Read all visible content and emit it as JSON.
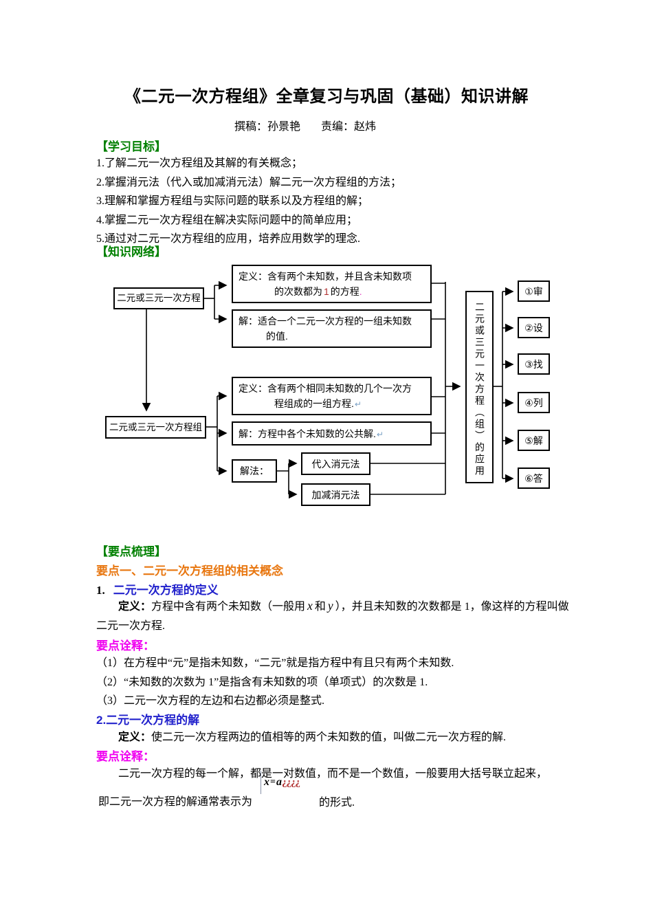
{
  "page": {
    "title": "《二元一次方程组》全章复习与巩固（基础）知识讲解",
    "byline": {
      "author": "撰稿：孙景艳",
      "editor": "责编：赵炜"
    }
  },
  "colors": {
    "heading_green": "#008000",
    "topic_orange": "#E8760F",
    "subhead_blue": "#2121CC",
    "annot_magenta": "#F000F0",
    "accent_darkred": "#B03030"
  },
  "objectives": {
    "heading": "【学习目标】",
    "items": [
      "1.了解二元一次方程组及其解的有关概念；",
      "2.掌握消元法（代入或加减消元法）解二元一次方程组的方法；",
      "3.理解和掌握方程组与实际问题的联系以及方程组的解；",
      "4.掌握二元一次方程组在解决实际问题中的简单应用；",
      "5.通过对二元一次方程组的应用，培养应用数学的理念."
    ]
  },
  "network": {
    "heading": "【知识网络】",
    "node_equation": "二元或三元一次方程",
    "node_system": "二元或三元一次方程组",
    "eq_def_line1": "定义：含有两个未知数，并且含未知数项",
    "eq_def_line2_pre": "的次数都为",
    "eq_def_one": "1",
    "eq_def_line2_post": "的方程",
    "eq_def_dot": ".",
    "eq_sol_line1": "解：适合一个二元一次方程的一组未知数",
    "eq_sol_line2": "的值.",
    "sys_def_line1": "定义：含有两个相同未知数的几个一次方",
    "sys_def_line2": "程组成的一组方程.",
    "sys_sol": "解：方程中各个未知数的公共解.",
    "return_mark": "↵",
    "methods_label": "解法：",
    "method_substitution": "代入消元法",
    "method_elimination": "加减消元法",
    "application_vertical": "二元或三元一次方程（组）的应用",
    "steps": [
      "①审",
      "②设",
      "③找",
      "④列",
      "⑤解",
      "⑥答"
    ]
  },
  "keypoints": {
    "heading": "【要点梳理】",
    "topic1_heading": "要点一、二元一次方程组的相关概念",
    "sub1_num": "1.",
    "sub1_title": "二元一次方程的定义",
    "def1": {
      "label": "定义：",
      "p1": "方程中含有两个未知数（一般用",
      "var_x": "x",
      "sep": "和",
      "var_y": "y",
      "p2": "），并且未知数的次数都是 1，像这样的方程叫做二元一次方程."
    },
    "annot_heading": "要点诠释：",
    "annot1_items": [
      "（1）在方程中“元”是指未知数，“二元”就是指方程中有且只有两个未知数.",
      "（2）“未知数的次数为 1”是指含有未知数的项（单项式）的次数是 1.",
      "（3）二元一次方程的左边和右边都必须是整式."
    ],
    "sub2_title": "2.二元一次方程的解",
    "def2": {
      "label": "定义：",
      "text": "使二元一次方程两边的值相等的两个未知数的值，叫做二元一次方程的解."
    },
    "annot2_heading": "要点诠释：",
    "annot2_p1": "二元一次方程的每一个解，都是一对数值，而不是一个数值，一般要用大括号联立起来，",
    "annot2_p2_pre": "即二元一次方程的解通常表示为",
    "formula": {
      "x": "x",
      "eq": "=",
      "a": "a",
      "qmarks": "¿¿¿¿"
    },
    "annot2_p2_post": "的形式."
  }
}
